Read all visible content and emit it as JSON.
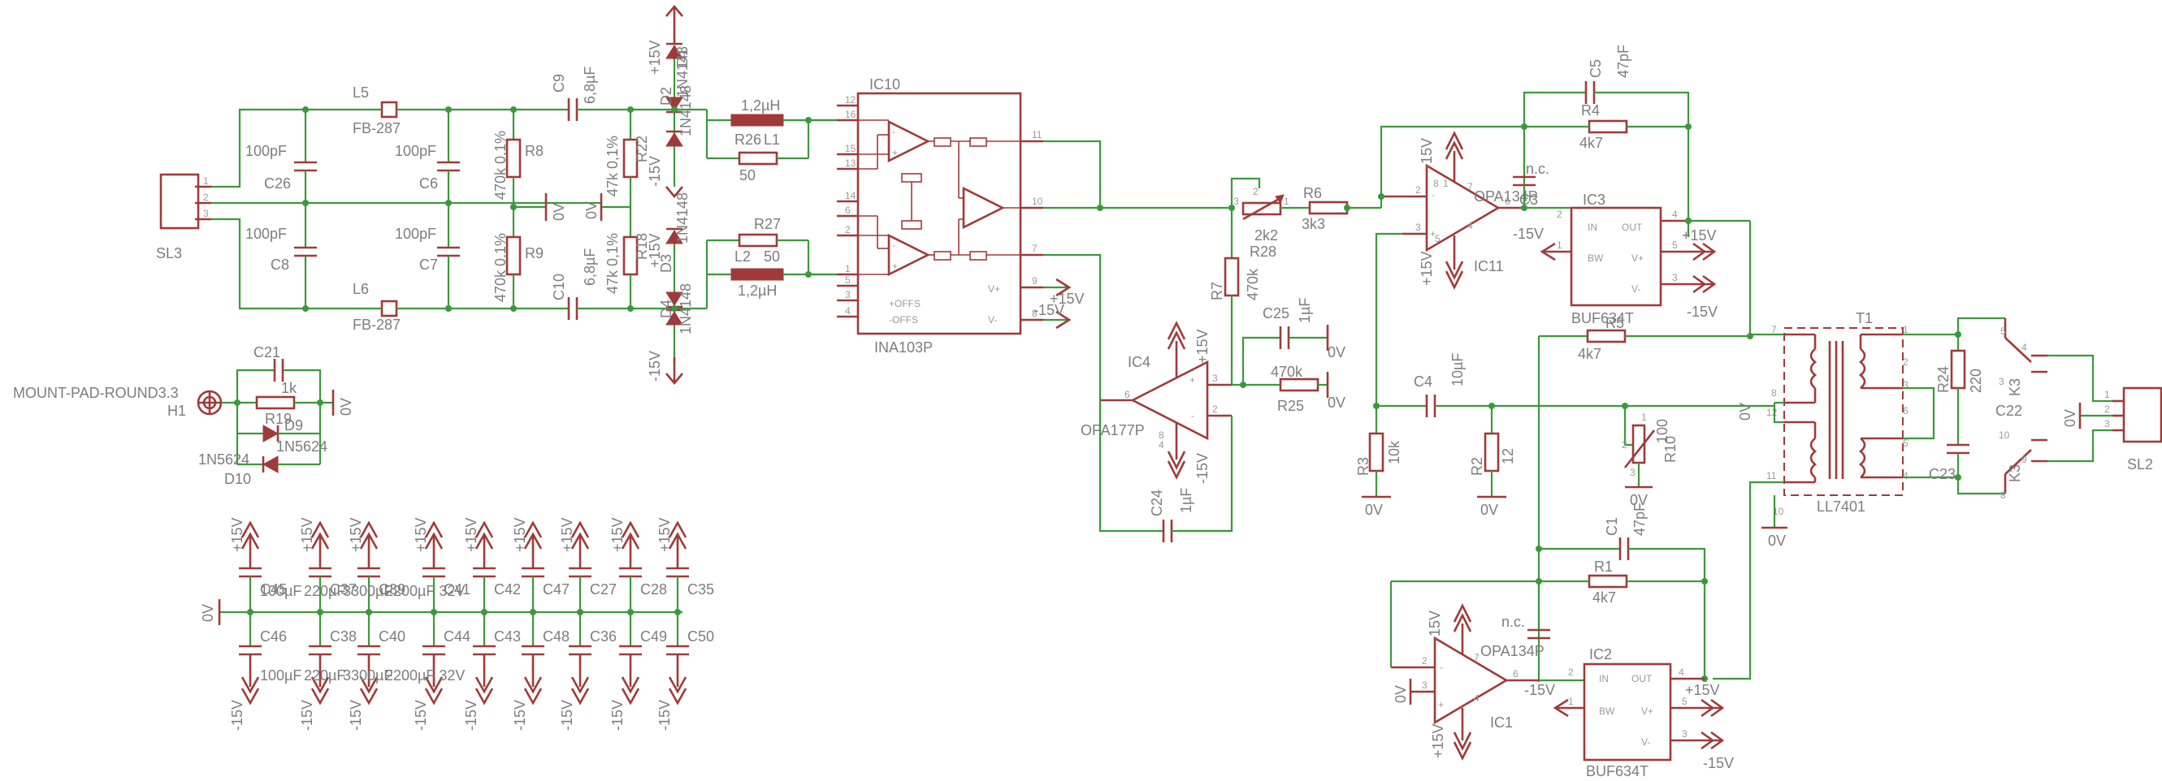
{
  "components": {
    "SL3": "SL3",
    "SL2": "SL2",
    "H1": "H1",
    "H1_value": "MOUNT-PAD-ROUND3.3",
    "L5": "L5",
    "L6": "L6",
    "FB1": "FB-287",
    "FB2": "FB-287",
    "C26": "C26",
    "C8": "C8",
    "C6": "C6",
    "C7": "C7",
    "pf1": "100pF",
    "pf2": "100pF",
    "pf3": "100pF",
    "pf4": "100pF",
    "R8": "R8",
    "R9": "R9",
    "R8v": "470k 0,1%",
    "R9v": "470k 0,1%",
    "C9": "C9",
    "C10": "C10",
    "C9v": "6,8µF",
    "C10v": "6,8µF",
    "R22": "R22",
    "R18": "R18",
    "R22v": "47k 0,1%",
    "R18v": "47k 0,1%",
    "D2": "D2",
    "D3": "D3",
    "D4": "D4",
    "D1": "D1",
    "D_val": "1N4148",
    "L1": "L1",
    "L2": "L2",
    "L_val": "1,2µH",
    "R26": "R26",
    "R27": "R27",
    "r50": "50",
    "IC10": "IC10",
    "IC10v": "INA103P",
    "offs_p": "+OFFS",
    "offs_n": "-OFFS",
    "vplus": "V+",
    "vminus": "V-",
    "R7": "R7",
    "R7v": "470k",
    "R28": "R28",
    "R28v": "2k2",
    "R6": "R6",
    "R6v": "3k3",
    "C25": "C25",
    "C25v": "1µF",
    "R25": "R25",
    "R25v": "470k",
    "IC4": "IC4",
    "IC4v": "OPA177P",
    "C24": "C24",
    "C24v": "1µF",
    "C5": "C5",
    "C5v": "47pF",
    "R4": "R4",
    "R4v": "4k7",
    "C3": "C3",
    "nc": "n.c.",
    "IC3": "IC3",
    "IC3v": "BUF634T",
    "IC11": "IC11",
    "OPA134P": "OPA134P",
    "pin_in": "IN",
    "pin_out": "OUT",
    "pin_bw": "BW",
    "R5": "R5",
    "R5v": "4k7",
    "C4": "C4",
    "C4v": "10µF",
    "R3": "R3",
    "R3v": "10k",
    "R2": "R2",
    "R2v": "12",
    "R10": "R10",
    "R10v": "100",
    "T1": "T1",
    "T1v": "LL7401",
    "R24": "R24",
    "R24v": "220",
    "C23": "C23",
    "C22": "C22",
    "K3": "K3",
    "C1": "C1",
    "C1v": "47pF",
    "R1": "R1",
    "R1v": "4k7",
    "IC1": "IC1",
    "IC2": "IC2",
    "IC2v": "BUF634T",
    "C21": "C21",
    "R19": "R19",
    "R19v": "1k",
    "D9": "D9",
    "D10": "D10",
    "Dzval": "1N5624",
    "p15": "+15V",
    "m15": "-15V",
    "gnd": "0V",
    "caps_top": [
      "C45",
      "C37",
      "C39",
      "C41",
      "C42",
      "C47",
      "C27",
      "C28",
      "C35"
    ],
    "caps_bot": [
      "C46",
      "C38",
      "C40",
      "C44",
      "C43",
      "C48",
      "C36",
      "C49",
      "C50"
    ],
    "cap_vals": [
      "100µF",
      "220µF",
      "3300µF",
      "2200µF 32V"
    ]
  }
}
